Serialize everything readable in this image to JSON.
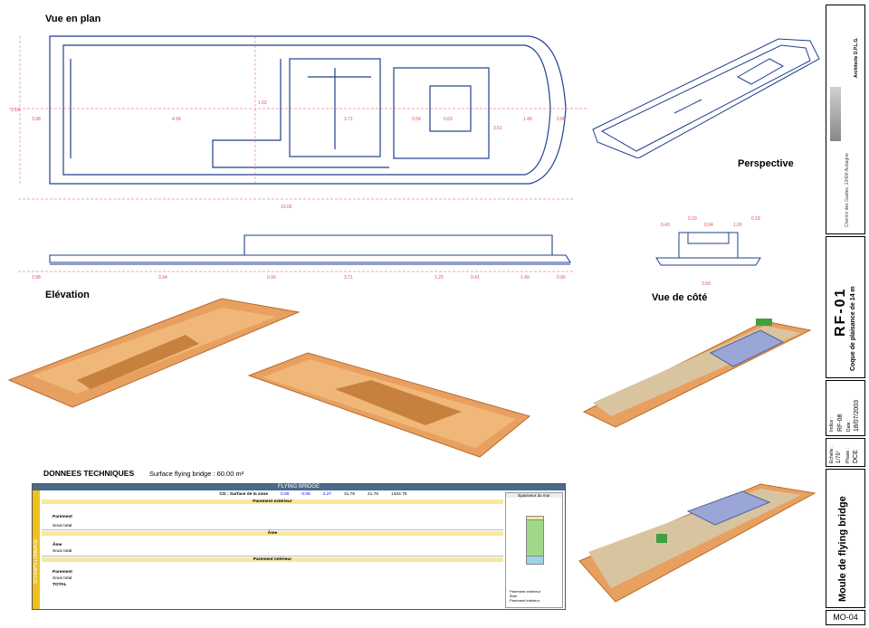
{
  "views": {
    "plan": "Vue en plan",
    "elevation": "Elévation",
    "perspective": "Perspective",
    "side": "Vue de côté"
  },
  "dims_plan": {
    "d1": "3.98",
    "d2": "4.94",
    "d3": "3.71",
    "d4": "0.54",
    "d5": "0.63",
    "d6": "3.61",
    "d7": "1.49",
    "d8": "0.86",
    "total": "13.00",
    "h1": "3.16",
    "h2": "1.02"
  },
  "dims_elev": {
    "d1": "3.98",
    "d2": "3.94",
    "d3": "0.96",
    "d4": "3.71",
    "d5": "1.29",
    "d6": "0.41",
    "d7": "1.49",
    "d8": "0.86"
  },
  "dims_side": {
    "d1": "0.43",
    "d2": "0.33",
    "d3": "0.94",
    "d4": "1.09",
    "d5": "0.18",
    "total": "3.59"
  },
  "tech": {
    "title": "DONNEES TECHNIQUES",
    "surface": "Surface flying bridge : 60.00 m²",
    "banner": "FLYING BRIDGE",
    "section_side": "SCHANTILLONNAGE",
    "cg_label": "CG : Surface de la zone",
    "cg_values": [
      "0.00",
      "0.05",
      "2.27",
      "31.75",
      "21.75",
      "1334.75"
    ],
    "block1_head": "Parement extérieur",
    "block2_head": "Âme",
    "block3_head": "Parement intérieur",
    "rows": [
      "Parement",
      "Sous total",
      "Âme",
      "Sous total",
      "Parement",
      "Sous total",
      "TOTAL"
    ],
    "chart_title": "Epaisseur du mur",
    "legend": [
      "Parement extérieur",
      "Âme",
      "Parement intérieur"
    ]
  },
  "title_block": {
    "firm": "Architecte D.P.L.G.",
    "address": "Chemin des Gastes, 13400 Aubagne",
    "project_code": "RF-01",
    "project_title": "Coque de plaisance de 14 m",
    "indice_label": "Indice :",
    "indice": "RF-08",
    "date_label": "Date :",
    "date": "18/07/2003",
    "echelle_label": "Echelle :",
    "echelle": "1/75°",
    "phase_label": "Phase :",
    "phase": "DCE",
    "drawing_title": "Moule de flying bridge",
    "sheet_no": "MO-04"
  },
  "colors": {
    "line": "#1f3f8f",
    "dim": "#e05060",
    "wood": "#e8a060",
    "wood_dark": "#b86a2a",
    "accent": "#f0c020"
  }
}
